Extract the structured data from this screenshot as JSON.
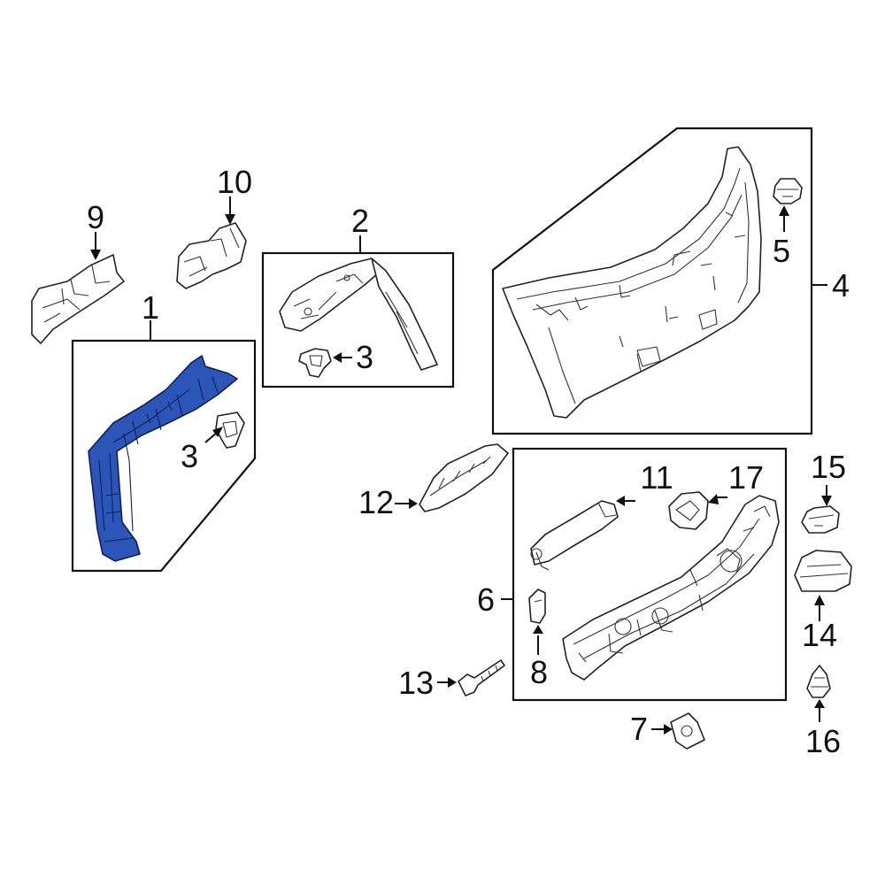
{
  "diagram": {
    "highlight_color": "#2c55b8",
    "callouts": {
      "c1": "1",
      "c2": "2",
      "c3a": "3",
      "c3b": "3",
      "c4": "4",
      "c5": "5",
      "c6": "6",
      "c7": "7",
      "c8": "8",
      "c9": "9",
      "c10": "10",
      "c11": "11",
      "c12": "12",
      "c13": "13",
      "c14": "14",
      "c15": "15",
      "c16": "16",
      "c17": "17"
    }
  }
}
